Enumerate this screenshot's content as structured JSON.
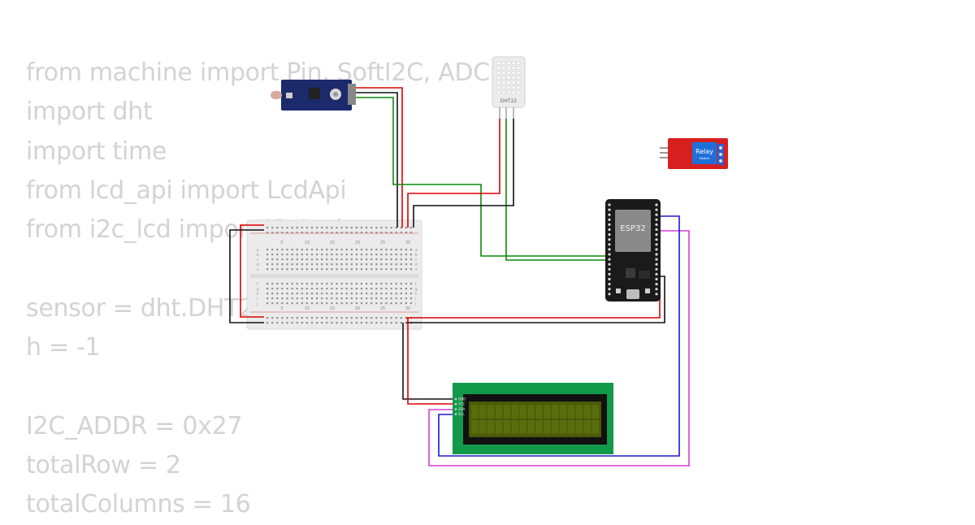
{
  "code_lines": [
    "from machine import Pin, SoftI2C, ADC",
    "import dht",
    "import time",
    "from lcd_api import LcdApi",
    "from i2c_lcd import I2cLcd",
    "",
    "sensor = dht.DHT22(Pin(15))",
    "h = -1",
    "",
    "I2C_ADDR = 0x27",
    "totalRow = 2",
    "totalColumns = 16"
  ],
  "components": {
    "esp32_label": "ESP32",
    "dht_label": "DHT22",
    "relay_label": "Relay",
    "relay_sub": "Module",
    "lcd_pins": [
      "GND",
      "VCC",
      "SDA",
      "SCL"
    ]
  },
  "breadboard": {
    "col_numbers": [
      "5",
      "10",
      "15",
      "20",
      "25",
      "30"
    ],
    "row_letters_top": [
      "a",
      "b",
      "c",
      "d",
      "e"
    ],
    "row_letters_bottom": [
      "f",
      "g",
      "h",
      "i",
      "j"
    ]
  },
  "colors": {
    "wire_red": "#e00000",
    "wire_black": "#111111",
    "wire_green": "#0a8a0a",
    "wire_blue": "#1a1acc",
    "wire_magenta": "#d33fd3",
    "ldr_board": "#1c2a6b",
    "relay_board": "#d81f1f",
    "lcd_board": "#129a4a",
    "lcd_screen": "#4a5a08",
    "esp32_board": "#1a1a1a"
  }
}
